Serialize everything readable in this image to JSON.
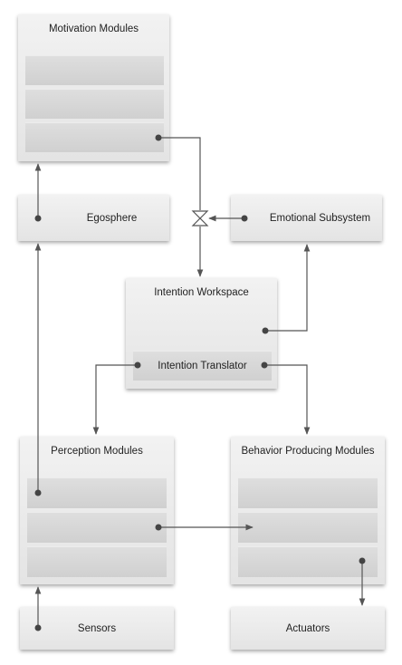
{
  "nodes": {
    "motivation": {
      "title": "Motivation Modules"
    },
    "egosphere": {
      "label": "Egosphere"
    },
    "emotional": {
      "label": "Emotional Subsystem"
    },
    "intention_workspace": {
      "title": "Intention Workspace"
    },
    "intention_translator": {
      "label": "Intention Translator"
    },
    "perception": {
      "title": "Perception Modules"
    },
    "behavior": {
      "title": "Behavior Producing Modules"
    },
    "sensors": {
      "label": "Sensors"
    },
    "actuators": {
      "label": "Actuators"
    }
  },
  "colors": {
    "line": "#555555",
    "box_top": "#f2f2f2",
    "box_bottom": "#e4e4e4",
    "slot": "#d6d6d6"
  }
}
